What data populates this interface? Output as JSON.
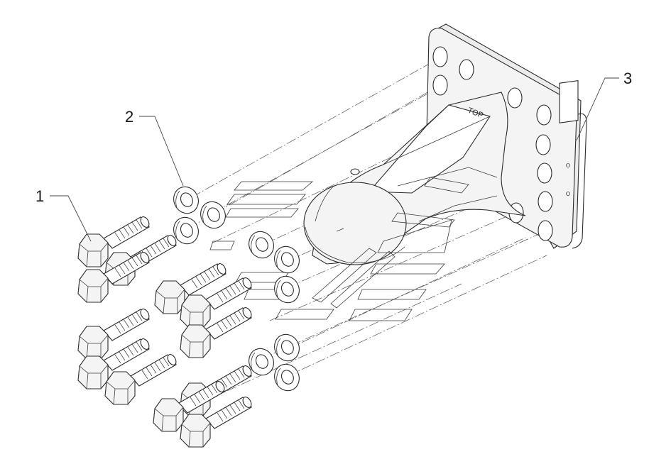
{
  "callouts": [
    {
      "id": "1",
      "label": "1",
      "part": "bolt"
    },
    {
      "id": "2",
      "label": "2",
      "part": "washer"
    },
    {
      "id": "3",
      "label": "3",
      "part": "tow-coupling"
    }
  ],
  "part3": {
    "marking": "TOP"
  }
}
